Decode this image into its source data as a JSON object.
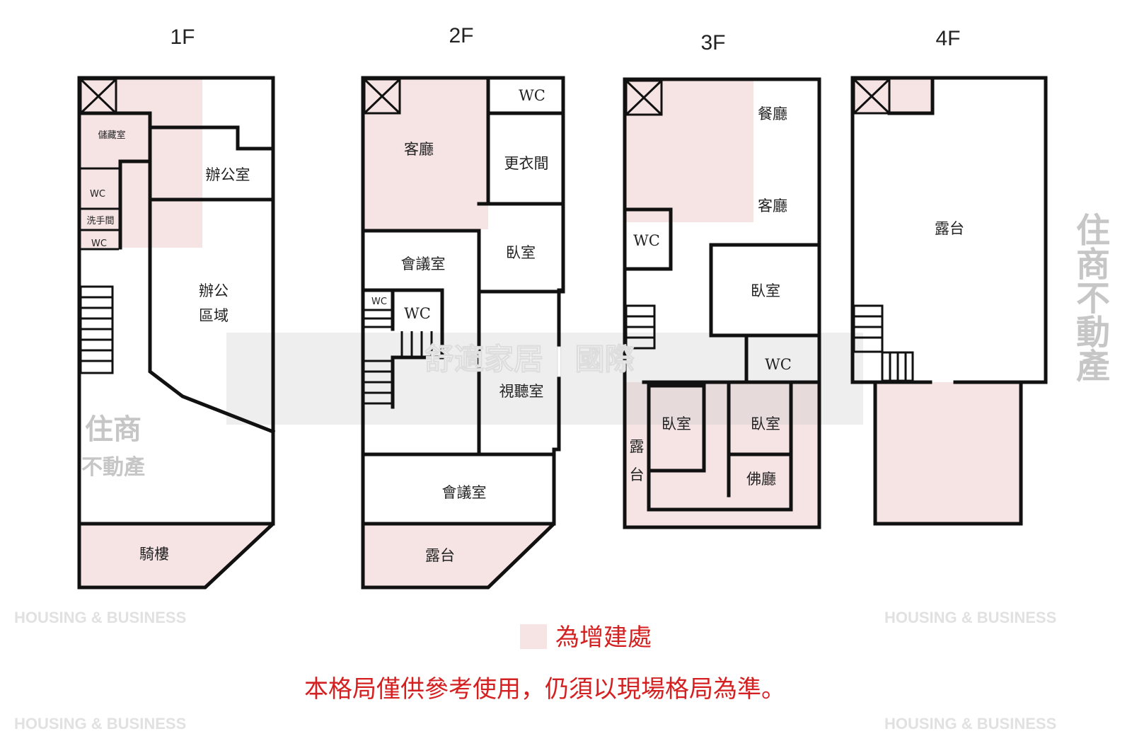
{
  "floors": {
    "f1": {
      "label": "1F",
      "rooms": {
        "storage": "儲藏室",
        "office_room": "辦公室",
        "wc1": "WC",
        "washroom": "洗手間",
        "wc2": "WC",
        "office_area_1": "辦公",
        "office_area_2": "區域",
        "arcade": "騎樓"
      }
    },
    "f2": {
      "label": "2F",
      "rooms": {
        "living": "客廳",
        "wc": "WC",
        "dressing": "更衣間",
        "bedroom": "臥室",
        "meeting1": "會議室",
        "wc_small": "WC",
        "wc2": "WC",
        "av_room": "視聽室",
        "meeting2": "會議室",
        "terrace": "露台"
      }
    },
    "f3": {
      "label": "3F",
      "rooms": {
        "dining": "餐廳",
        "living": "客廳",
        "wc": "WC",
        "bedroom1": "臥室",
        "wc2": "WC",
        "terrace_1": "露",
        "terrace_2": "台",
        "bedroom2": "臥室",
        "bedroom3": "臥室",
        "buddha": "佛廳"
      }
    },
    "f4": {
      "label": "4F",
      "rooms": {
        "terrace": "露台"
      }
    }
  },
  "watermark": {
    "brand_line1": "住商",
    "brand_line2": "不動產",
    "brand_big": "住商不動產",
    "english": "HOUSING & BUSINESS"
  },
  "overlay_text": "舒適家居 | 國際",
  "legend": {
    "swatch_color": "#f6e4e4",
    "label": "為增建處"
  },
  "disclaimer": "本格局僅供參考使用，仍須以現場格局為準。",
  "colors": {
    "note": "#d42020",
    "added": "#f6e4e4"
  }
}
